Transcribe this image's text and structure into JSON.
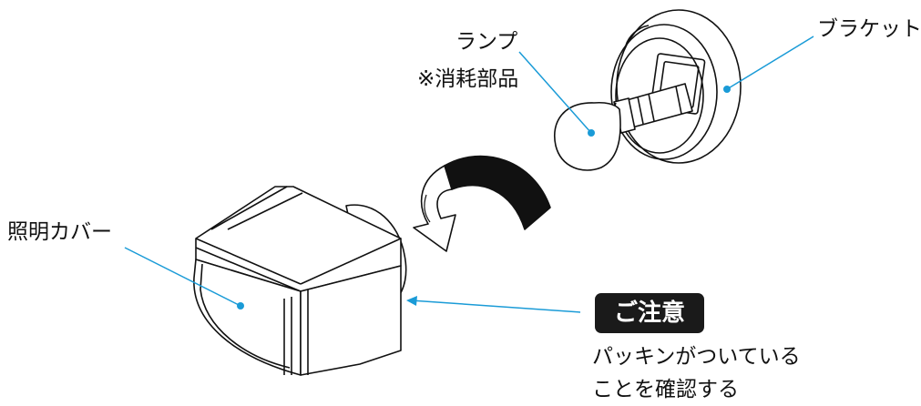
{
  "labels": {
    "lamp": "ランプ",
    "consumable": "※消耗部品",
    "bracket": "ブラケット",
    "cover": "照明カバー"
  },
  "caution": {
    "badge": "ご注意",
    "note_line1": "パッキンがついている",
    "note_line2": "ことを確認する"
  },
  "colors": {
    "leader": "#1a9bd7",
    "badge_bg": "#1a1a1a",
    "arrow_fill": "#111111"
  }
}
